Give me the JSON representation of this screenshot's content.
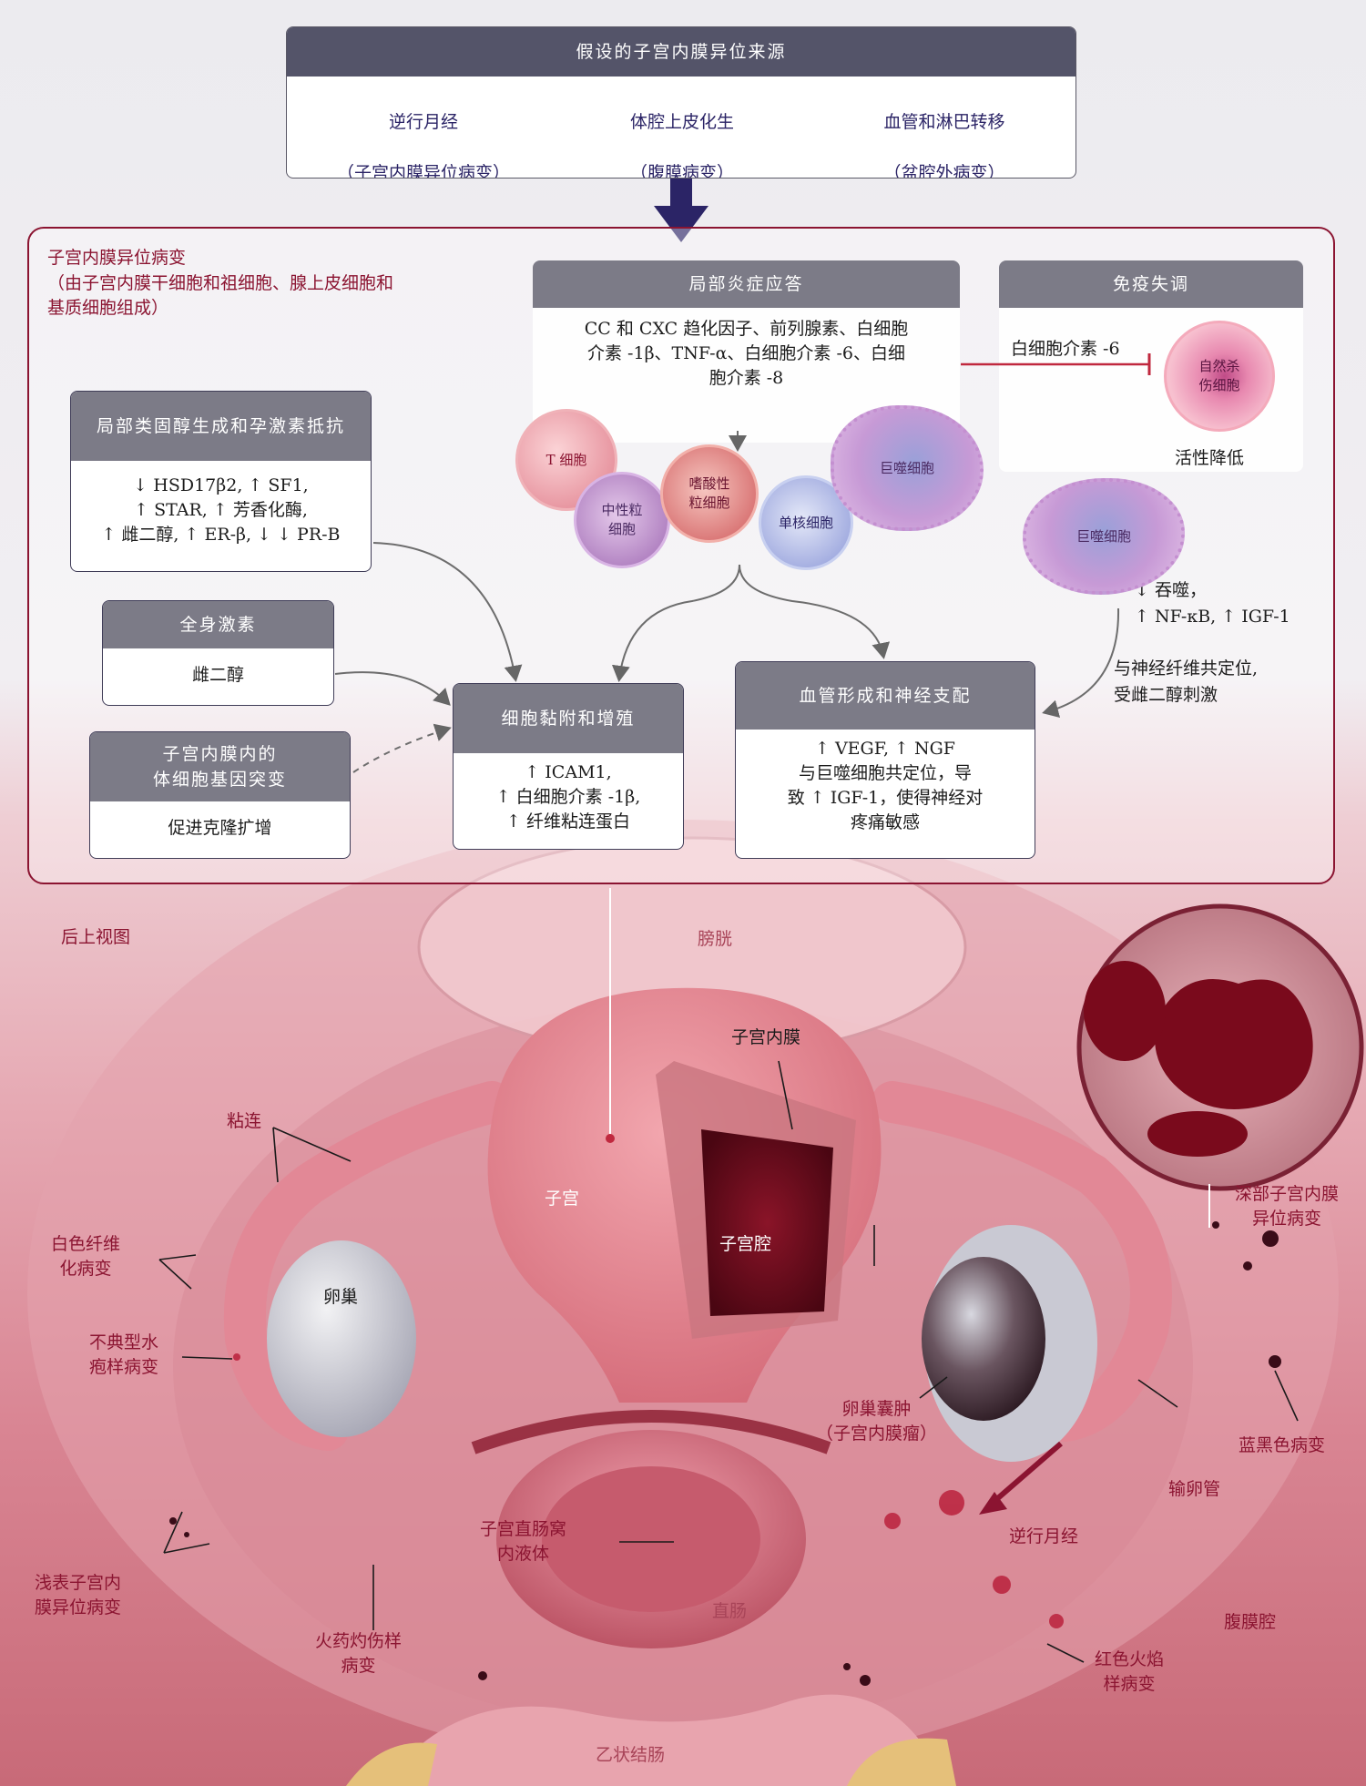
{
  "top": {
    "title": "假设的子宫内膜异位来源",
    "items": [
      {
        "line1": "逆行月经",
        "line2": "（子宫内膜异位病变）"
      },
      {
        "line1": "体腔上皮化生",
        "line2": "（腹膜病变）"
      },
      {
        "line1": "血管和淋巴转移",
        "line2": "（盆腔外病变）"
      }
    ]
  },
  "panel": {
    "lesion_title": "子宫内膜异位病变",
    "lesion_desc": "（由子宫内膜干细胞和祖细胞、腺上皮细胞和\n基质细胞组成）",
    "steroid": {
      "title": "局部类固醇生成和孕激素抵抗",
      "text": "↓ HSD17β2, ↑ SF1,\n↑ STAR, ↑ 芳香化酶,\n↑ 雌二醇, ↑ ER-β, ↓ ↓ PR-B"
    },
    "systemic": {
      "title": "全身激素",
      "text": "雌二醇"
    },
    "somatic": {
      "title": "子宫内膜内的\n体细胞基因突变",
      "text": "促进克隆扩增"
    },
    "inflammation": {
      "title": "局部炎症应答",
      "text": "CC 和 CXC 趋化因子、前列腺素、白细胞\n介素 -1β、TNF-α、白细胞介素 -6、白细\n胞介素 -8"
    },
    "immune": {
      "title": "免疫失调",
      "il6": "白细胞介素 -6",
      "nk_label": "自然杀\n伤细胞",
      "reduced": "活性降低"
    },
    "cells": {
      "t": "T 细胞",
      "neutrophil": "中性粒\n细胞",
      "eosinophil": "嗜酸性\n粒细胞",
      "monocyte": "单核细胞",
      "macrophage": "巨噬细胞",
      "macrophage2": "巨噬细胞"
    },
    "macro_effects": "↓ 吞噬，\n↑ NF-κB, ↑ IGF-1",
    "nerve_note": "与神经纤维共定位,\n受雌二醇刺激",
    "adhesion": {
      "title": "细胞黏附和增殖",
      "text": "↑ ICAM1,\n↑ 白细胞介素 -1β,\n↑ 纤维粘连蛋白"
    },
    "angio": {
      "title": "血管形成和神经支配",
      "text": "↑ VEGF, ↑ NGF\n与巨噬细胞共定位，导\n致 ↑ IGF-1，使得神经对\n疼痛敏感"
    }
  },
  "anatomy": {
    "view": "后上视图",
    "bladder": "膀胱",
    "endometrium": "子宫内膜",
    "uterus": "子宫",
    "uterine_cavity": "子宫腔",
    "adhesion": "粘连",
    "white_fibrotic": "白色纤维\n化病变",
    "atypical_vesicular": "不典型水\n疱样病变",
    "ovary": "卵巢",
    "ovarian_cyst": "卵巢囊肿\n（子宫内膜瘤）",
    "deep": "深部子宫内膜\n异位病变",
    "blue_black": "蓝黑色病变",
    "fallopian": "输卵管",
    "retrograde": "逆行月经",
    "douglas": "子宫直肠窝\n内液体",
    "superficial": "浅表子宫内\n膜异位病变",
    "powder_burn": "火药灼伤样\n病变",
    "rectum": "直肠",
    "peritoneal": "腹膜腔",
    "red_flame": "红色火焰\n样病变",
    "sigmoid": "乙状结肠"
  },
  "colors": {
    "header": "#545469",
    "accent": "#8b1431",
    "arrow": "#2b2466",
    "box_header": "#7c7b87"
  }
}
